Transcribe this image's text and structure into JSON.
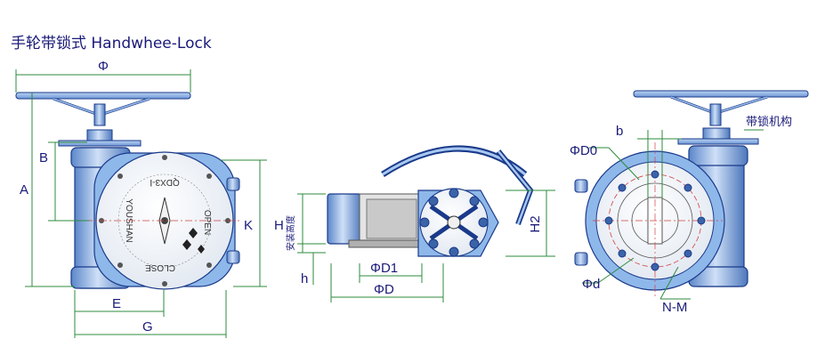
{
  "title": "手轮带锁式 Handwhee-Lock",
  "front_view": {
    "dims": {
      "phi": "Φ",
      "a": "A",
      "b": "B",
      "k": "K",
      "e": "E",
      "g": "G"
    },
    "cover_text": {
      "model": "QDX3-Ⅰ",
      "brand": "YOUSHAN",
      "open": "OPEN",
      "close": "CLOSE"
    }
  },
  "side_view": {
    "dims": {
      "h_upper": "H",
      "mount_height": "安装高度",
      "h_lower": "h",
      "phi_d1": "ΦD1",
      "phi_d": "ΦD",
      "h2": "H2"
    }
  },
  "right_view": {
    "dims": {
      "b": "b",
      "phi_d0": "ΦD0",
      "phi_d_small": "Φd",
      "n_m": "N-M"
    },
    "callout": "带锁机构"
  },
  "colors": {
    "body": "#8fb8ea",
    "outline": "#1a3a8a",
    "dimension": "#2e8b3c",
    "text": "#1a1a7a",
    "center_line": "#d04040"
  }
}
